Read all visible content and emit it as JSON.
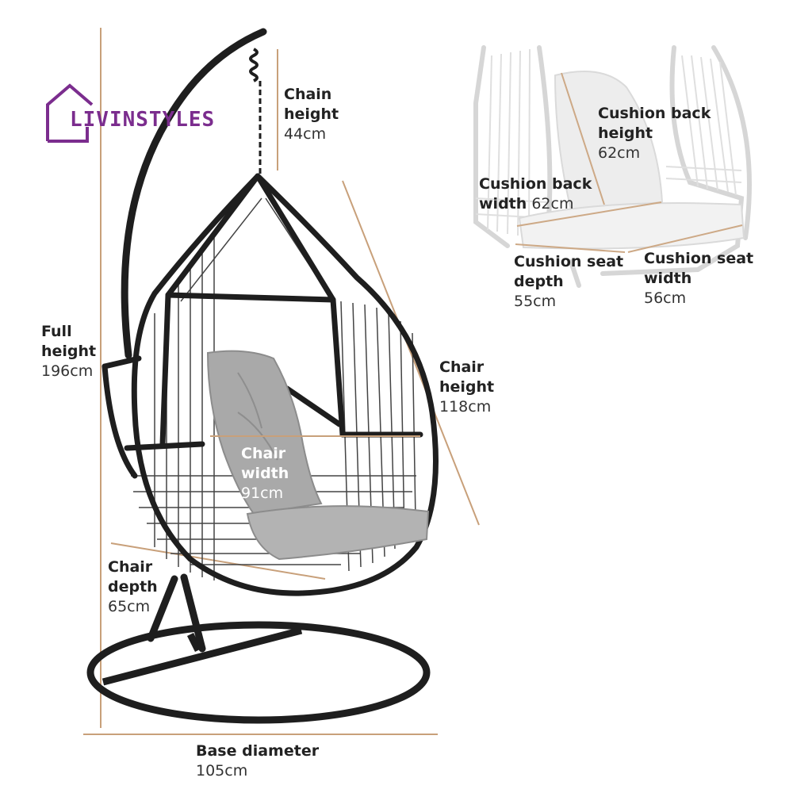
{
  "logo": {
    "text": "LIVINSTYLES",
    "color": "#7b2d8e"
  },
  "colors": {
    "dimension_line": "#c8a07a",
    "frame": "#1e1e1e",
    "cushion": "#a8a8a8",
    "faded": "#cfcfcf"
  },
  "dimensions": {
    "chain_height": {
      "title": "Chain height",
      "t1": "Chain",
      "t2": "height",
      "value": "44cm"
    },
    "full_height": {
      "title": "Full height",
      "t1": "Full",
      "t2": "height",
      "value": "196cm"
    },
    "chair_height": {
      "title": "Chair height",
      "t1": "Chair",
      "t2": "height",
      "value": "118cm"
    },
    "chair_width": {
      "title": "Chair width",
      "t1": "Chair",
      "t2": "width",
      "value": "91cm"
    },
    "chair_depth": {
      "title": "Chair depth",
      "t1": "Chair",
      "t2": "depth",
      "value": "65cm"
    },
    "base_diameter": {
      "title": "Base diameter",
      "value": "105cm"
    },
    "cushion_back_height": {
      "title": "Cushion back height",
      "t1": "Cushion back",
      "t2": "height",
      "value": "62cm"
    },
    "cushion_back_width": {
      "title": "Cushion back width",
      "t1": "Cushion back",
      "t2": "width",
      "value": "62cm"
    },
    "cushion_seat_depth": {
      "title": "Cushion seat depth",
      "t1": "Cushion seat",
      "t2": "depth",
      "value": "55cm"
    },
    "cushion_seat_width": {
      "title": "Cushion seat width",
      "t1": "Cushion seat",
      "t2": "width",
      "value": "56cm"
    }
  }
}
